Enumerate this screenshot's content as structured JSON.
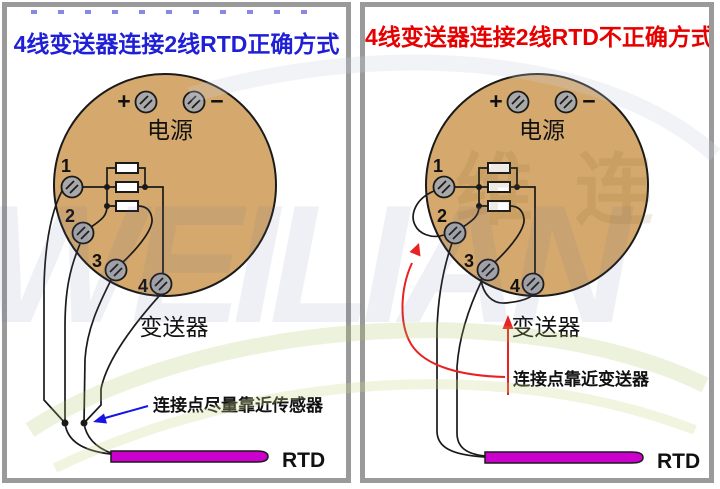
{
  "colors": {
    "panel_border": "#9a9a9a",
    "circle_fill": "#d5a96d",
    "outline": "#1a1a1a",
    "screw_fill": "#a8a8a8",
    "rtd_fill": "#cc00cc",
    "correct_title": "#1f1fd6",
    "incorrect_title": "#e60000",
    "blue_annotation": "#1515e6",
    "red_annotation": "#e82222"
  },
  "left_panel": {
    "title": "4线变送器连接2线RTD正确方式",
    "power": {
      "plus": "+",
      "minus": "−",
      "label": "电源"
    },
    "terminals": [
      "1",
      "2",
      "3",
      "4"
    ],
    "device_label": "变送器",
    "annotation": "连接点尽量靠近传感器",
    "rtd_label": "RTD"
  },
  "right_panel": {
    "title": "4线变送器连接2线RTD不正确方式",
    "power": {
      "plus": "+",
      "minus": "−",
      "label": "电源"
    },
    "terminals": [
      "1",
      "2",
      "3",
      "4"
    ],
    "device_label": "变送器",
    "annotation": "连接点靠近变送器",
    "rtd_label": "RTD"
  },
  "watermark": {
    "latin": "WEILIAN",
    "cn": "维连"
  }
}
